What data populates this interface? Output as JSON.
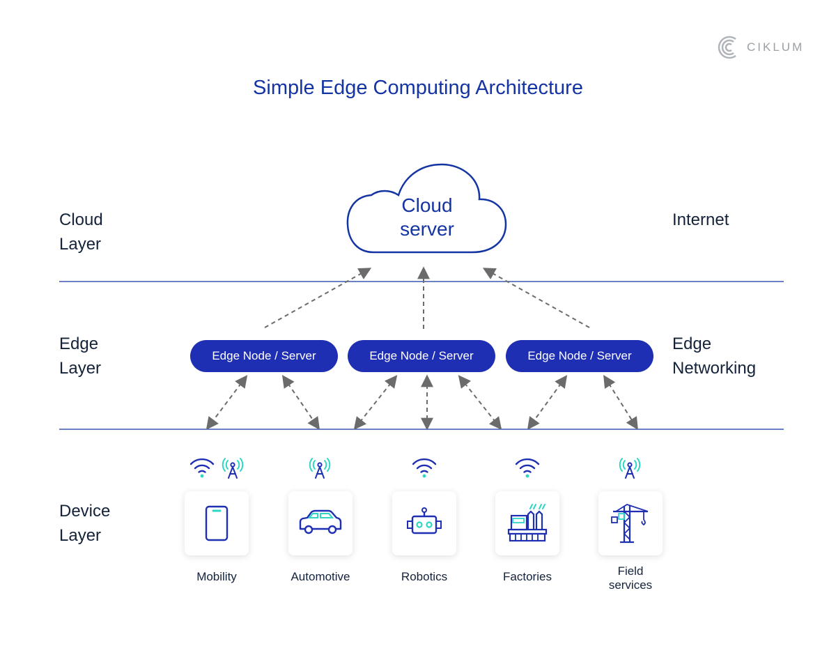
{
  "title": "Simple Edge Computing Architecture",
  "logo": {
    "text": "CIKLUM"
  },
  "layers": {
    "cloud": {
      "left": "Cloud",
      "left2": "Layer",
      "right": "Internet"
    },
    "edge": {
      "left": "Edge",
      "left2": "Layer",
      "right": "Edge",
      "right2": "Networking"
    },
    "device": {
      "left": "Device",
      "left2": "Layer"
    }
  },
  "cloud_server": {
    "line1": "Cloud",
    "line2": "server"
  },
  "edge_nodes": [
    {
      "label": "Edge Node / Server"
    },
    {
      "label": "Edge Node / Server"
    },
    {
      "label": "Edge Node / Server"
    }
  ],
  "devices": [
    {
      "label": "Mobility",
      "icon": "smartphone-icon",
      "signals": [
        "wifi-icon",
        "cell-tower-icon"
      ]
    },
    {
      "label": "Automotive",
      "icon": "car-icon",
      "signals": [
        "cell-tower-icon"
      ]
    },
    {
      "label": "Robotics",
      "icon": "robot-icon",
      "signals": [
        "wifi-icon"
      ]
    },
    {
      "label": "Factories",
      "icon": "factory-icon",
      "signals": [
        "wifi-icon"
      ]
    },
    {
      "label": "Field",
      "label2": "services",
      "icon": "crane-icon",
      "signals": [
        "cell-tower-icon"
      ]
    }
  ],
  "colors": {
    "primary": "#1f2fb3",
    "title": "#1434a4",
    "accent": "#2fd6c4",
    "connector": "#6b6b6b",
    "divider": "#1434a4"
  }
}
